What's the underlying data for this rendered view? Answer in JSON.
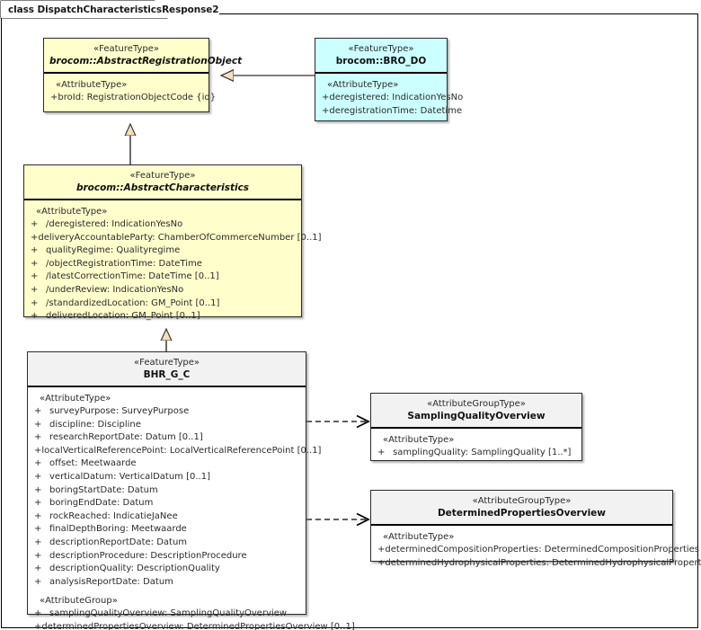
{
  "diagram": {
    "title": "class DispatchCharacteristicsResponse2",
    "kind": "uml-class-diagram"
  },
  "colors": {
    "feature_type_fill": "#ffffcc",
    "bro_do_fill": "#ccffff",
    "group_type_fill": "#ffffff",
    "group_type_header_fill": "#f2f2f2",
    "border": "#2b2b2b",
    "connector": "#000000",
    "arrow_fill": "#f2e0b8"
  },
  "classes": [
    {
      "id": "abstract-registration-object",
      "stereotype": "«FeatureType»",
      "name": "brocom::AbstractRegistrationObject",
      "abstract": true,
      "theme": "yellow",
      "sections": [
        {
          "group": "«AttributeType»",
          "attributes": [
            {
              "visibility": "+",
              "text": "broId: RegistrationObjectCode {id}"
            }
          ]
        }
      ]
    },
    {
      "id": "bro-do",
      "stereotype": "«FeatureType»",
      "name": "brocom::BRO_DO",
      "abstract": false,
      "theme": "cyan",
      "sections": [
        {
          "group": "«AttributeType»",
          "attributes": [
            {
              "visibility": "+",
              "text": "deregistered: IndicationYesNo"
            },
            {
              "visibility": "+",
              "text": "deregistrationTime: Datetime"
            }
          ]
        }
      ]
    },
    {
      "id": "abstract-characteristics",
      "stereotype": "«FeatureType»",
      "name": "brocom::AbstractCharacteristics",
      "abstract": true,
      "theme": "yellow",
      "sections": [
        {
          "group": "«AttributeType»",
          "attributes": [
            {
              "visibility": "+",
              "text": "/deregistered: IndicationYesNo"
            },
            {
              "visibility": "+",
              "text": "deliveryAccountableParty: ChamberOfCommerceNumber [0..1]"
            },
            {
              "visibility": "+",
              "text": "qualityRegime: Qualityregime"
            },
            {
              "visibility": "+",
              "text": "/objectRegistrationTime: DateTime"
            },
            {
              "visibility": "+",
              "text": "/latestCorrectionTime: DateTime [0..1]"
            },
            {
              "visibility": "+",
              "text": "/underReview: IndicationYesNo"
            },
            {
              "visibility": "+",
              "text": "/standardizedLocation: GM_Point [0..1]"
            },
            {
              "visibility": "+",
              "text": "deliveredLocation: GM_Point [0..1]"
            }
          ]
        }
      ]
    },
    {
      "id": "bhr-g-c",
      "stereotype": "«FeatureType»",
      "name": "BHR_G_C",
      "abstract": false,
      "theme": "white",
      "sections": [
        {
          "group": "«AttributeType»",
          "attributes": [
            {
              "visibility": "+",
              "text": "surveyPurpose: SurveyPurpose"
            },
            {
              "visibility": "+",
              "text": "discipline: Discipline"
            },
            {
              "visibility": "+",
              "text": "researchReportDate: Datum [0..1]"
            },
            {
              "visibility": "+",
              "text": "localVerticalReferencePoint: LocalVerticalReferencePoint [0..1]"
            },
            {
              "visibility": "+",
              "text": "offset: Meetwaarde"
            },
            {
              "visibility": "+",
              "text": "verticalDatum: VerticalDatum [0..1]"
            },
            {
              "visibility": "+",
              "text": "boringStartDate: Datum"
            },
            {
              "visibility": "+",
              "text": "boringEndDate: Datum"
            },
            {
              "visibility": "+",
              "text": "rockReached: IndicatieJaNee"
            },
            {
              "visibility": "+",
              "text": "finalDepthBoring: Meetwaarde"
            },
            {
              "visibility": "+",
              "text": "descriptionReportDate: Datum"
            },
            {
              "visibility": "+",
              "text": "descriptionProcedure: DescriptionProcedure"
            },
            {
              "visibility": "+",
              "text": "descriptionQuality: DescriptionQuality"
            },
            {
              "visibility": "+",
              "text": "analysisReportDate: Datum"
            }
          ]
        },
        {
          "group": "«AttributeGroup»",
          "attributes": [
            {
              "visibility": "+",
              "text": "samplingQualityOverview: SamplingQualityOverview"
            },
            {
              "visibility": "+",
              "text": "determinedPropertiesOverview: DeterminedPropertiesOverview [0..1]"
            }
          ]
        }
      ]
    },
    {
      "id": "sampling-quality-overview",
      "stereotype": "«AttributeGroupType»",
      "name": "SamplingQualityOverview",
      "abstract": false,
      "theme": "white",
      "sections": [
        {
          "group": "«AttributeType»",
          "attributes": [
            {
              "visibility": "+",
              "text": "samplingQuality: SamplingQuality [1..*]"
            }
          ]
        }
      ]
    },
    {
      "id": "determined-properties-overview",
      "stereotype": "«AttributeGroupType»",
      "name": "DeterminedPropertiesOverview",
      "abstract": false,
      "theme": "white",
      "sections": [
        {
          "group": "«AttributeType»",
          "attributes": [
            {
              "visibility": "+",
              "text": "determinedCompositionProperties: DeterminedCompositionProperties"
            },
            {
              "visibility": "+",
              "text": "determinedHydrophysicalProperties: DeterminedHydrophysicalProperties"
            }
          ]
        }
      ]
    }
  ],
  "connectors": [
    {
      "id": "gen-brodo-aro",
      "type": "generalization",
      "from": "bro-do",
      "to": "abstract-registration-object",
      "style": "solid",
      "head": "hollow-triangle"
    },
    {
      "id": "gen-ac-aro",
      "type": "generalization",
      "from": "abstract-characteristics",
      "to": "abstract-registration-object",
      "style": "solid",
      "head": "hollow-triangle"
    },
    {
      "id": "gen-bhr-ac",
      "type": "generalization",
      "from": "bhr-g-c",
      "to": "abstract-characteristics",
      "style": "solid",
      "head": "hollow-triangle"
    },
    {
      "id": "dep-bhr-sqo",
      "type": "dependency",
      "from": "bhr-g-c",
      "to": "sampling-quality-overview",
      "style": "dashed",
      "head": "open-arrow"
    },
    {
      "id": "dep-bhr-dpo",
      "type": "dependency",
      "from": "bhr-g-c",
      "to": "determined-properties-overview",
      "style": "dashed",
      "head": "open-arrow"
    }
  ]
}
